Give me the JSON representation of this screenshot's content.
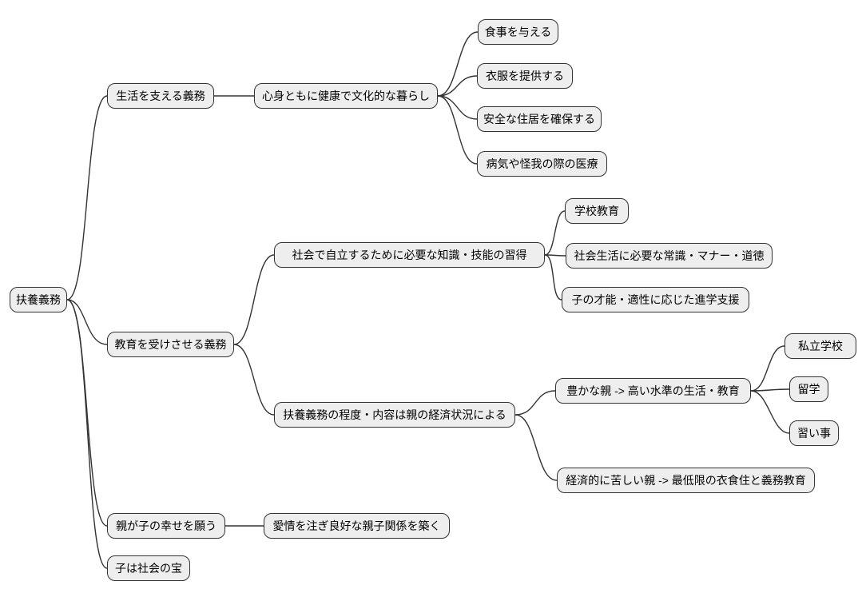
{
  "diagram": {
    "type": "mindmap",
    "colors": {
      "background": "#ffffff",
      "node_fill": "#eeeeee",
      "node_border": "#333333",
      "edge": "#333333",
      "text": "#000000"
    },
    "tree": {
      "label": "扶養義務",
      "children": [
        {
          "label": "生活を支える義務",
          "children": [
            {
              "label": "心身ともに健康で文化的な暮らし",
              "children": [
                {
                  "label": "食事を与える"
                },
                {
                  "label": "衣服を提供する"
                },
                {
                  "label": "安全な住居を確保する"
                },
                {
                  "label": "病気や怪我の際の医療"
                }
              ]
            }
          ]
        },
        {
          "label": "教育を受けさせる義務",
          "children": [
            {
              "label": "社会で自立するために必要な知識・技能の習得",
              "children": [
                {
                  "label": "学校教育"
                },
                {
                  "label": "社会生活に必要な常識・マナー・道徳"
                },
                {
                  "label": "子の才能・適性に応じた進学支援"
                }
              ]
            },
            {
              "label": "扶養義務の程度・内容は親の経済状況による",
              "children": [
                {
                  "label": "豊かな親 -> 高い水準の生活・教育",
                  "children": [
                    {
                      "label": "私立学校"
                    },
                    {
                      "label": "留学"
                    },
                    {
                      "label": "習い事"
                    }
                  ]
                },
                {
                  "label": "経済的に苦しい親 -> 最低限の衣食住と義務教育"
                }
              ]
            }
          ]
        },
        {
          "label": "親が子の幸せを願う",
          "children": [
            {
              "label": "愛情を注ぎ良好な親子関係を築く"
            }
          ]
        },
        {
          "label": "子は社会の宝"
        }
      ]
    }
  }
}
